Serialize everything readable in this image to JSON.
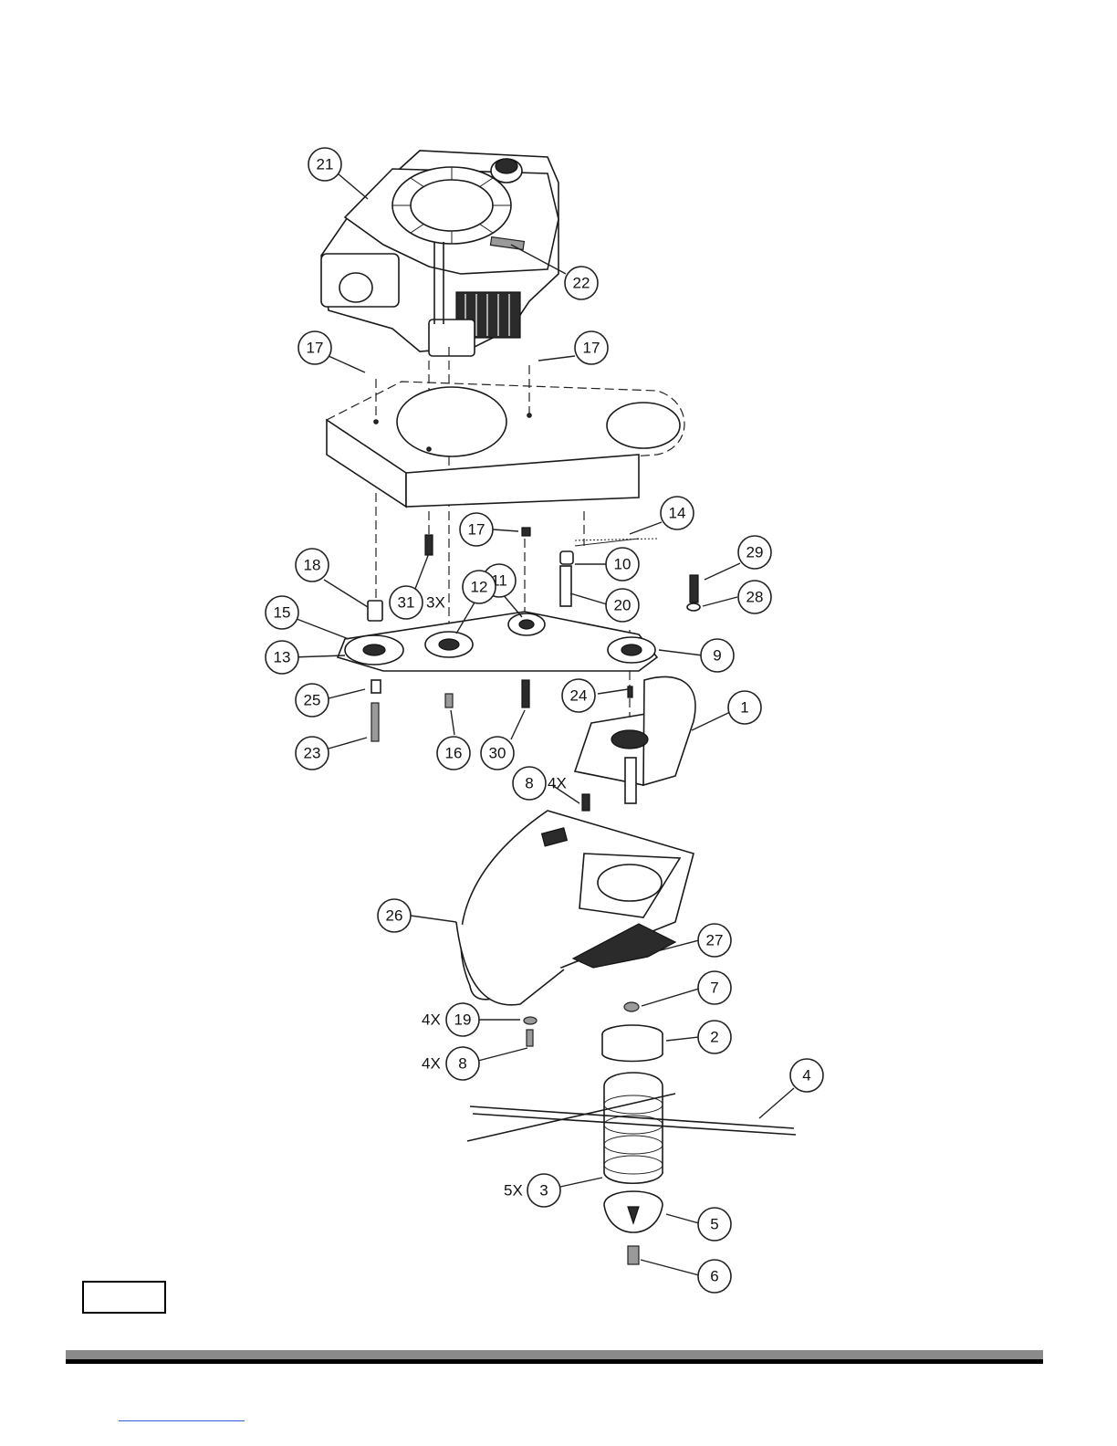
{
  "diagram": {
    "callouts": [
      "21",
      "22",
      "17",
      "17",
      "14",
      "17",
      "10",
      "31",
      "20",
      "29",
      "18",
      "11",
      "12",
      "15",
      "28",
      "13",
      "9",
      "24",
      "1",
      "25",
      "23",
      "16",
      "30",
      "8",
      "26",
      "27",
      "7",
      "19",
      "8",
      "2",
      "4",
      "3",
      "5",
      "6"
    ],
    "quantity_labels": {
      "q31": "3X",
      "q8_top": "4X",
      "q19": "4X",
      "q8_bottom": "4X",
      "q3": "5X"
    }
  }
}
